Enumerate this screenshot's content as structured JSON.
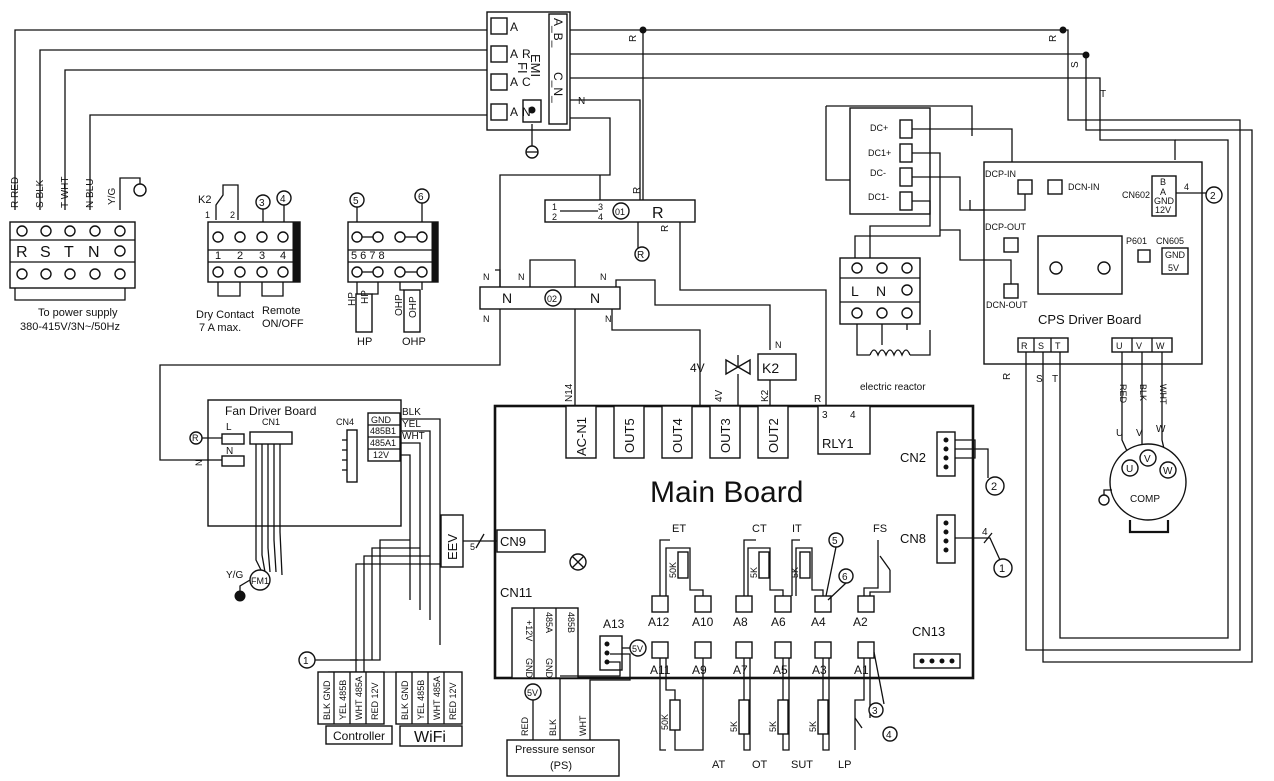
{
  "mains": {
    "wire_r": "R RED",
    "wire_s": "S BLK",
    "wire_t": "T WHT",
    "wire_n": "N BLU",
    "wire_yg": "Y/G",
    "terminals": [
      "R",
      "S",
      "T",
      "N"
    ],
    "supply_line1": "To power supply",
    "supply_line2": "380-415V/3N~/50Hz"
  },
  "emi": {
    "label1": "EMI",
    "label2": "FI",
    "left_terminals": [
      "A",
      "A",
      "A",
      "A"
    ],
    "left_phases": [
      "",
      "R",
      "C",
      "N"
    ],
    "right_labels": [
      "A_B_",
      "C_N_"
    ],
    "right_n": "N"
  },
  "dry_contact": {
    "k2": "K2",
    "pins": [
      "1",
      "2",
      "3",
      "4"
    ],
    "top_pins": [
      "1",
      "2"
    ],
    "label1": "Dry Contact",
    "label2": "7 A max.",
    "remote1": "Remote",
    "remote2": "ON/OFF",
    "badges": [
      "3",
      "4"
    ]
  },
  "hp_block": {
    "pins": "5 6 7 8",
    "badges": [
      "5",
      "6"
    ],
    "hp": "HP",
    "ohp": "OHP",
    "hp_left": "HP",
    "ohp_left": "OHP"
  },
  "relay_r": {
    "label": "R",
    "badge": "01",
    "circle": "R",
    "pins": [
      "1",
      "2",
      "3",
      "4"
    ],
    "wire_r1": "R",
    "wire_r2": "R"
  },
  "relay_n": {
    "labels": [
      "N",
      "N"
    ],
    "badge": "02",
    "wires": [
      "N",
      "N",
      "N",
      "N",
      "N"
    ]
  },
  "wires_top": {
    "r1": "R",
    "r2": "R",
    "s": "S",
    "t": "T"
  },
  "fan_board": {
    "title": "Fan Driver Board",
    "cn1": "CN1",
    "cn4": "CN4",
    "l": "L",
    "n": "N",
    "r": "R",
    "pins": [
      "GND",
      "485B1",
      "485A1",
      "12V"
    ],
    "wires": [
      "BLK",
      "YEL",
      "WHT"
    ],
    "motor": "FM1",
    "yg": "Y/G"
  },
  "main_board": {
    "title": "Main Board",
    "outputs": [
      "AC-N1",
      "OUT5",
      "OUT4",
      "OUT3",
      "OUT2"
    ],
    "rly": "RLY1",
    "rly_pins": [
      "3",
      "4"
    ],
    "out_wires": [
      "N14",
      "4V",
      "K2",
      "R"
    ],
    "cn2": "CN2",
    "cn8": "CN8",
    "cn9": "CN9",
    "cn11": "CN11",
    "cn13": "CN13",
    "eev": "EEV",
    "eev_pin": "5",
    "cn8_pin": "4",
    "top_sensors": [
      "ET",
      "CT",
      "IT",
      "FS"
    ],
    "top_ports": [
      "A12",
      "A10",
      "A8",
      "A6",
      "A4",
      "A2"
    ],
    "bottom_ports": [
      "A11",
      "A9",
      "A7",
      "A5",
      "A3",
      "A1"
    ],
    "a13": "A13",
    "badge_5v": "5V",
    "bottom_sensors": [
      "AT",
      "OT",
      "SUT",
      "LP"
    ],
    "thermistor": "5K",
    "thermistor_50": "50K",
    "badges": [
      "5",
      "6",
      "3",
      "4",
      "1",
      "2"
    ],
    "cn11_pins": [
      "+12V",
      "GND",
      "485A",
      "485B",
      "GND"
    ]
  },
  "four_way": {
    "label": "4V"
  },
  "k2_relay": {
    "label": "K2",
    "wire": "N"
  },
  "controller": {
    "label": "Controller",
    "pins": [
      "BLK GND",
      "YEL 485B",
      "WHT 485A",
      "RED 12V"
    ],
    "badge": "1"
  },
  "wifi": {
    "label": "WiFi",
    "pins": [
      "BLK GND",
      "YEL 485B",
      "WHT 485A",
      "RED 12V"
    ]
  },
  "pressure": {
    "label1": "Pressure sensor",
    "label2": "(PS)",
    "wires": [
      "RED",
      "BLK",
      "WHT"
    ],
    "badge": "5V"
  },
  "reactor": {
    "dc_labels": [
      "DC+",
      "DC1+",
      "DC-",
      "DC1-"
    ],
    "terminals": [
      "L",
      "N"
    ],
    "label": "electric reactor"
  },
  "cps": {
    "title": "CPS Driver Board",
    "dcp_in": "DCP-IN",
    "dcn_in": "DCN-IN",
    "dcp_out": "DCP-OUT",
    "dcn_out": "DCN-OUT",
    "cn602": "CN602",
    "cn602_pins": [
      "B",
      "A",
      "GND",
      "12V"
    ],
    "cn602_pin": "4",
    "badge": "2",
    "p601": "P601",
    "cn605": "CN605",
    "cn605_pins": [
      "GND",
      "5V"
    ],
    "uvw": [
      "U",
      "V",
      "W"
    ],
    "rst": [
      "R",
      "S",
      "T"
    ],
    "wire_labels": [
      "R",
      "S",
      "T"
    ],
    "comp_wires": [
      "RED",
      "BLK",
      "WHT"
    ]
  },
  "compressor": {
    "label": "COMP",
    "terminals": [
      "U",
      "V",
      "W"
    ]
  }
}
